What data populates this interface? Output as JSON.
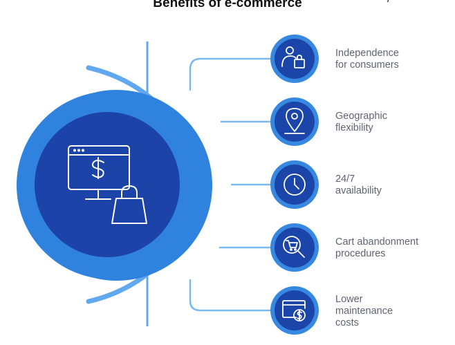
{
  "title": "Benefits of e-commerce",
  "corner_mark": "/ ---",
  "colors": {
    "outer_ring": "#2f83de",
    "inner_disc": "#1c44a8",
    "arc": "#61a8f0",
    "connector": "#7ab9f0",
    "node_ring": "#3788e0",
    "node_core": "#1b45a9",
    "icon_stroke": "#ffffff",
    "label_text": "#5e6470"
  },
  "benefits": [
    {
      "label": "Independence\nfor consumers",
      "icon": "user-bag-icon"
    },
    {
      "label": "Geographic\nflexibility",
      "icon": "map-pin-icon"
    },
    {
      "label": "24/7\navailability",
      "icon": "clock-icon"
    },
    {
      "label": "Cart abandonment\nprocedures",
      "icon": "cart-search-icon"
    },
    {
      "label": "Lower\nmaintenance\ncosts",
      "icon": "browser-dollar-icon"
    }
  ],
  "center_icon": "monitor-dollar-shopping-bag-icon"
}
